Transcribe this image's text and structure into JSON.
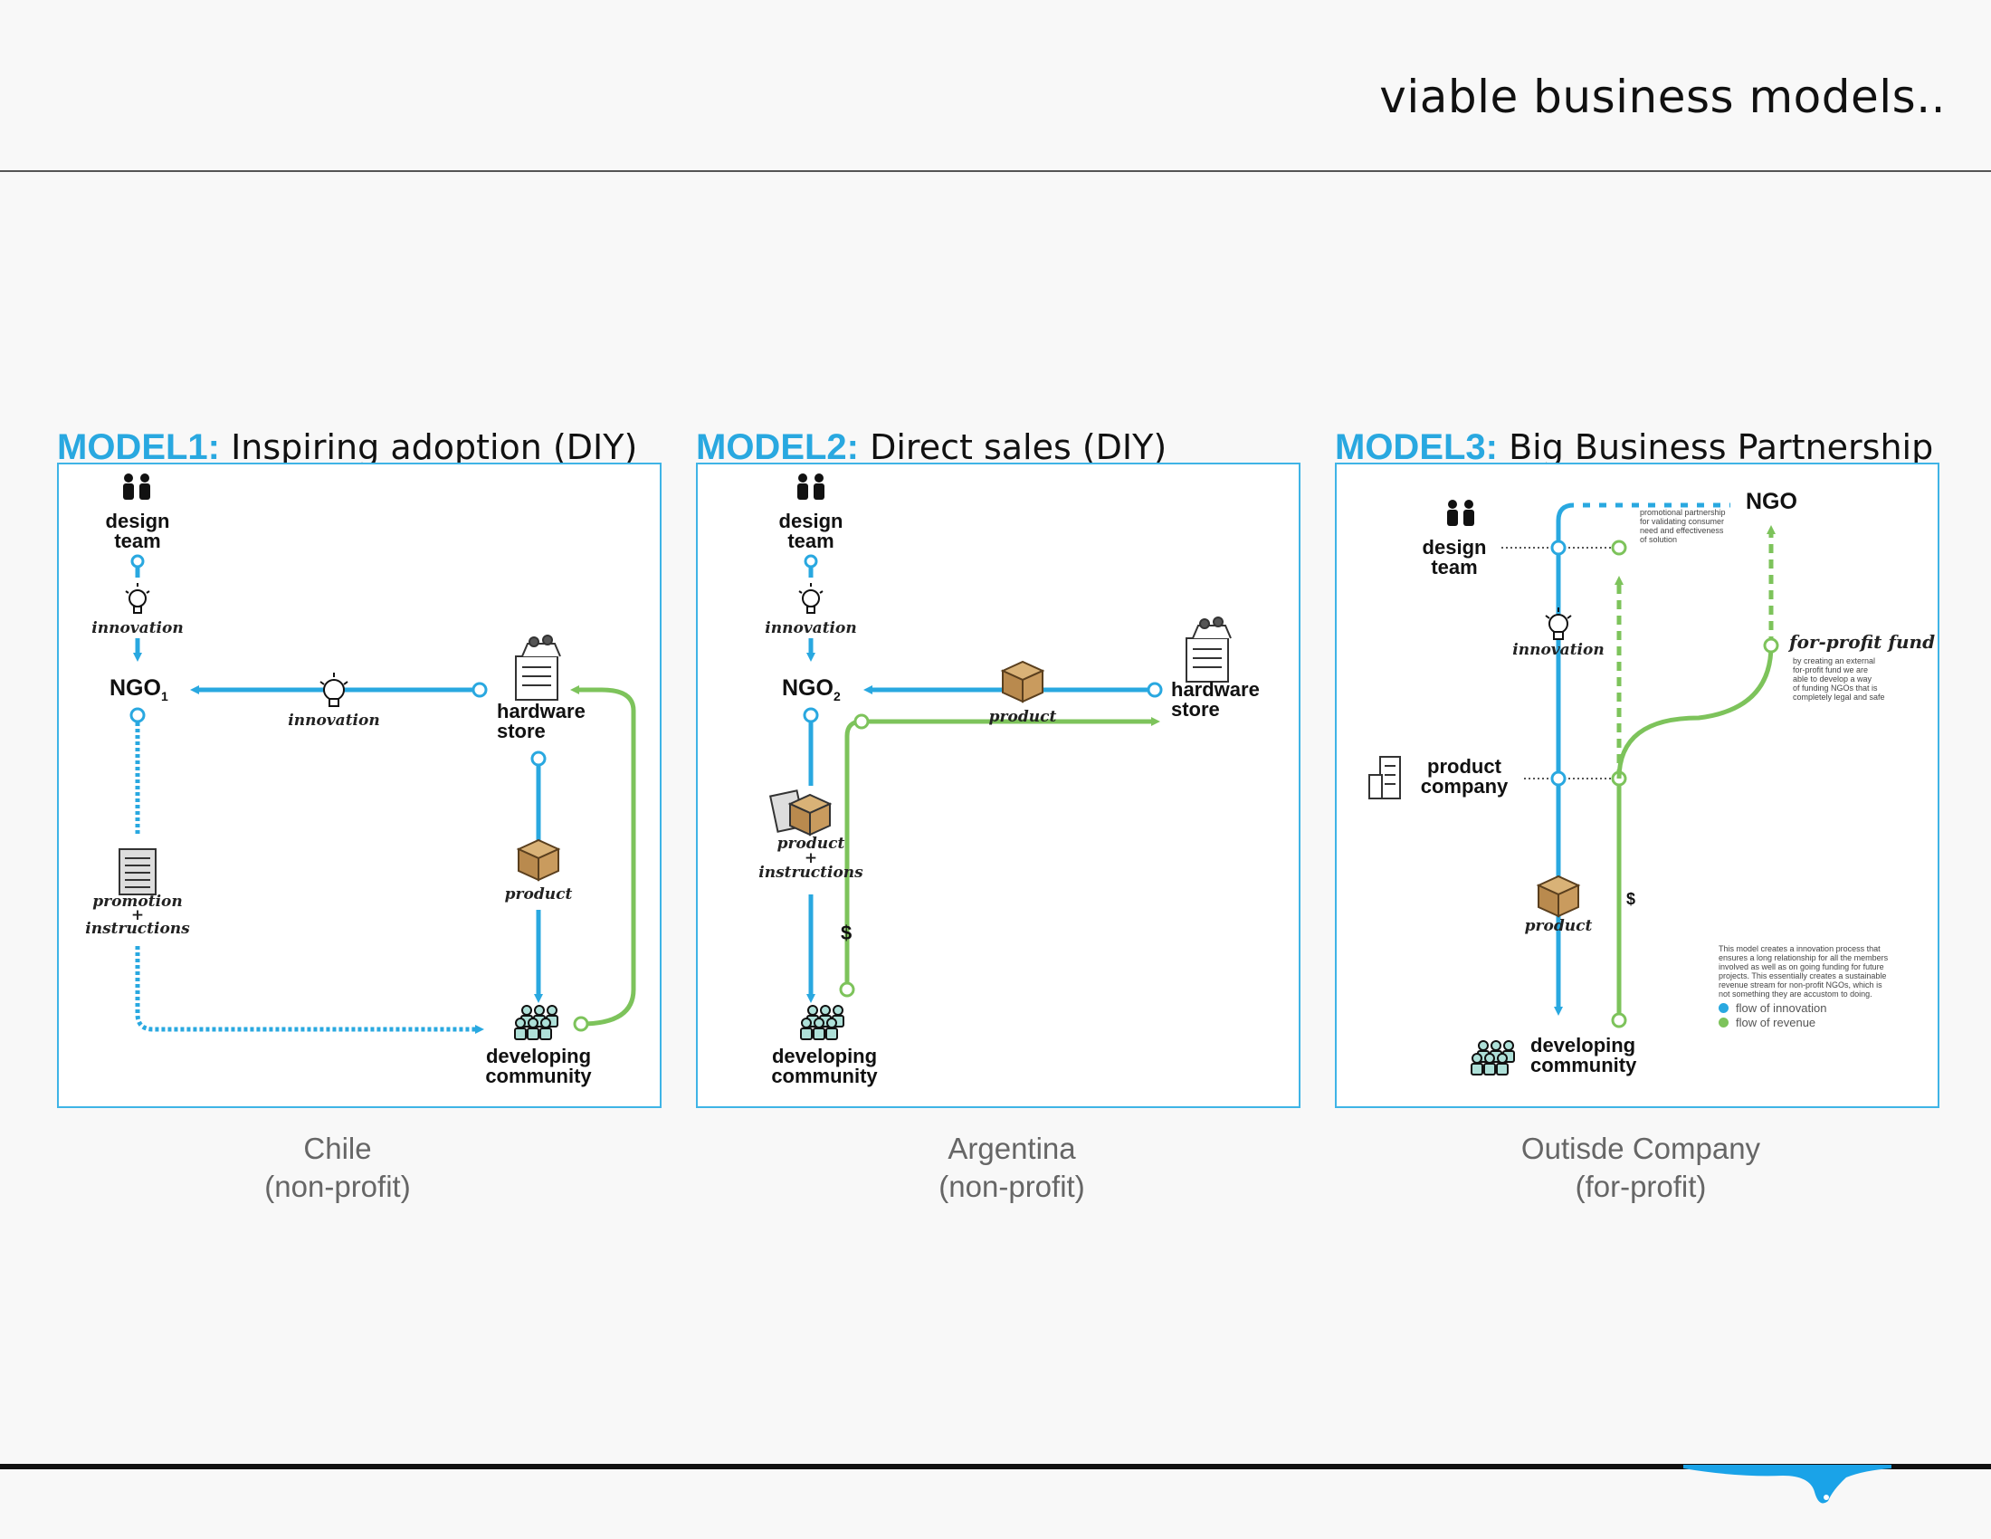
{
  "page": {
    "title": "viable business models.."
  },
  "colors": {
    "innovation": "#29a8e0",
    "revenue": "#7dc35b",
    "accent": "#29a8e0"
  },
  "models": [
    {
      "tag": "MODEL1:",
      "title": "Inspiring adoption (DIY)",
      "caption_line1": "Chile",
      "caption_line2": "(non-profit)",
      "labels": {
        "design_team": "design\nteam",
        "innovation_top": "innovation",
        "ngo": "NGO",
        "ngo_sub": "1",
        "innovation_mid": "innovation",
        "hardware_store": "hardware\nstore",
        "promotion": "promotion\n+\ninstructions",
        "product": "product",
        "developing_community": "developing\ncommunity"
      },
      "icons": [
        "people-icon",
        "lightbulb-icon",
        "store-icon",
        "document-icon",
        "box-icon",
        "community-icon"
      ]
    },
    {
      "tag": "MODEL2:",
      "title": "Direct sales (DIY)",
      "caption_line1": "Argentina",
      "caption_line2": "(non-profit)",
      "labels": {
        "design_team": "design\nteam",
        "innovation": "innovation",
        "ngo": "NGO",
        "ngo_sub": "2",
        "product_mid": "product",
        "hardware_store": "hardware\nstore",
        "product_instructions": "product\n+\ninstructions",
        "dollar": "$",
        "developing_community": "developing\ncommunity"
      },
      "icons": [
        "people-icon",
        "lightbulb-icon",
        "box-icon",
        "store-icon",
        "document-box-icon",
        "community-icon"
      ]
    },
    {
      "tag": "MODEL3:",
      "title": "Big Business Partnership",
      "caption_line1": "Outisde Company",
      "caption_line2": "(for-profit)",
      "labels": {
        "ngo": "NGO",
        "design_team": "design\nteam",
        "innovation": "innovation",
        "promo_note": "promotional partnership\nfor validating consumer\nneed and effectiveness\nof solution",
        "for_profit_fund": "for-profit fund",
        "fund_note": "by creating an external\nfor-profit fund we are\nable to develop a way\nof funding NGOs that is\ncompletely legal and safe",
        "product_company": "product\ncompany",
        "dollar": "$",
        "product": "product",
        "developing_community": "developing\ncommunity",
        "model_note": "This model creates a innovation process that\nensures a long relationship for all the members\ninvolved as well as on going funding for future\nprojects. This essentially creates a sustainable\nrevenue stream for non-profit NGOs, which is\nnot something they are accustom to doing.",
        "legend_innovation": "flow of innovation",
        "legend_revenue": "flow of revenue"
      },
      "icons": [
        "people-icon",
        "lightbulb-icon",
        "building-icon",
        "box-icon",
        "community-icon"
      ]
    }
  ]
}
